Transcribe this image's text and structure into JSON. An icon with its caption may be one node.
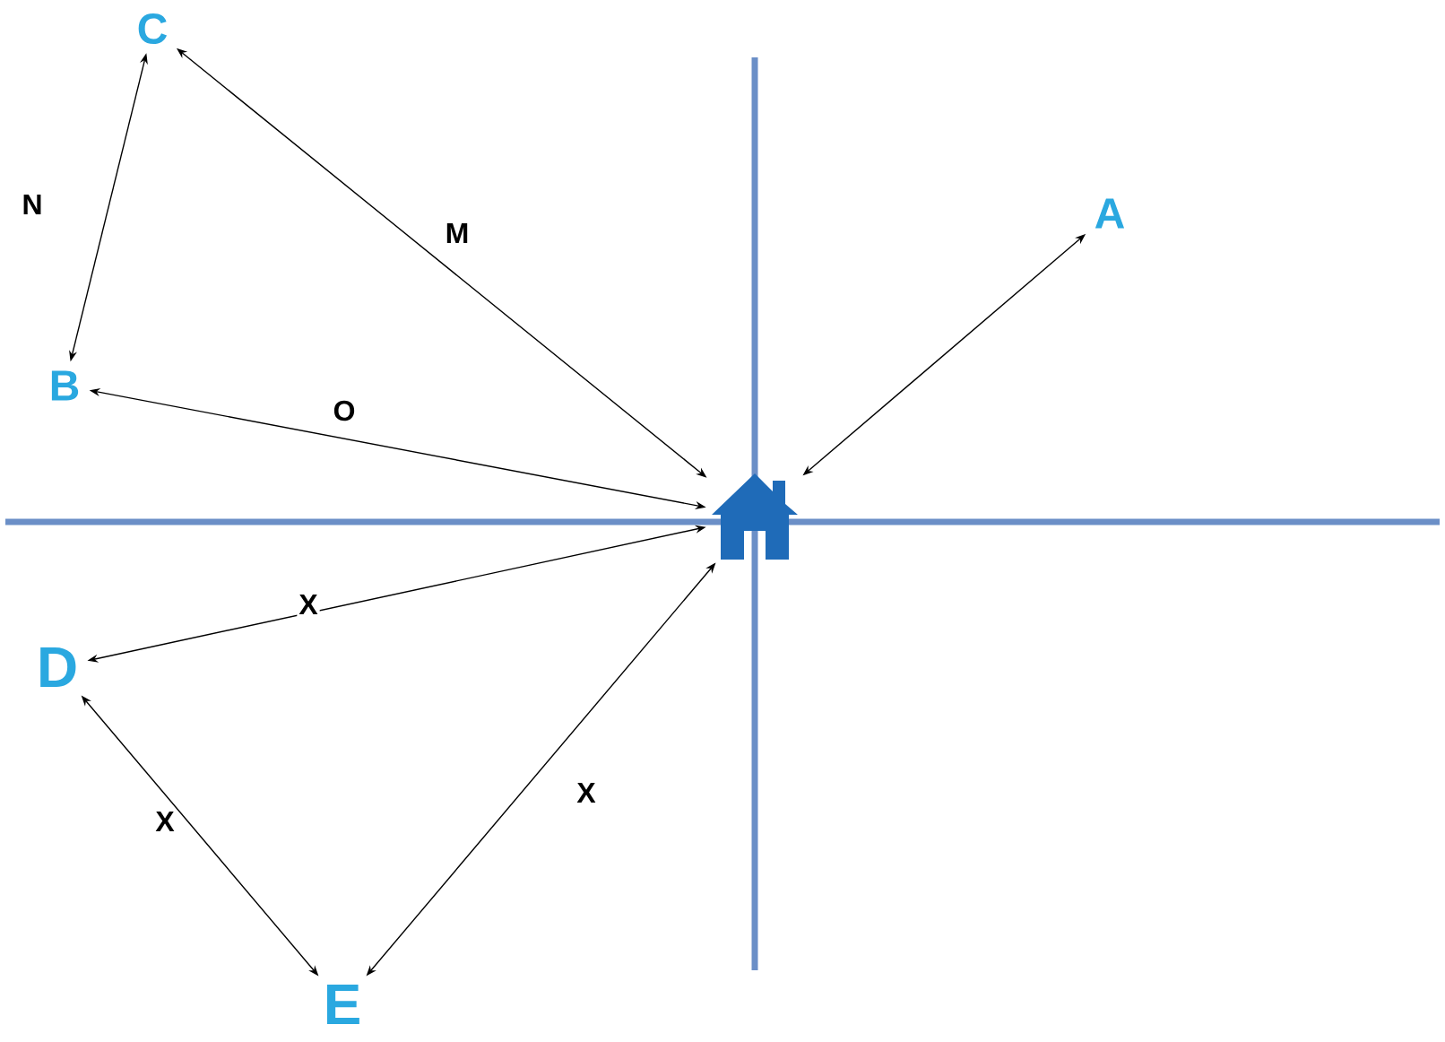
{
  "diagram": {
    "nodes": [
      {
        "text": [],
        "shape": "house"
      },
      {
        "text": [
          "A"
        ]
      },
      {
        "text": [
          "B"
        ]
      },
      {
        "text": [
          "C"
        ]
      },
      {
        "text": [
          "D"
        ]
      },
      {
        "text": [
          "E"
        ]
      }
    ],
    "edges": [
      {
        "from": 0,
        "to": 1,
        "arrow": "both"
      },
      {
        "from": 0,
        "to": 3,
        "arrow": "both",
        "label": "M"
      },
      {
        "from": 3,
        "to": 2,
        "arrow": "both",
        "label": "N"
      },
      {
        "from": 0,
        "to": 2,
        "arrow": "both",
        "label": "O"
      },
      {
        "from": 0,
        "to": 4,
        "arrow": "both",
        "label": "X"
      },
      {
        "from": 4,
        "to": 5,
        "arrow": "both",
        "label": "X"
      },
      {
        "from": 0,
        "to": 5,
        "arrow": "both",
        "label": "X"
      }
    ]
  }
}
